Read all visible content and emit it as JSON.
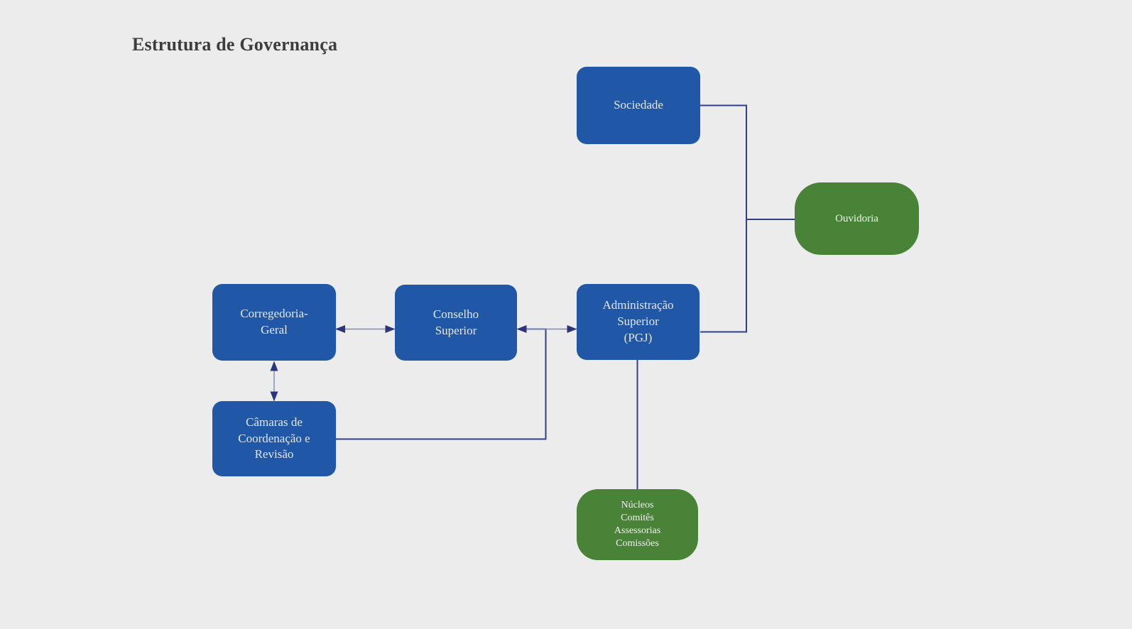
{
  "title": "Estrutura de Governança",
  "palette": {
    "background": "#ECECEC",
    "node_blue": "#2057A6",
    "node_green": "#498338",
    "connector": "#333E8B",
    "connector_light": "#7F88BD",
    "arrowhead": "#2B357E",
    "node_text": "#E4E8EF",
    "title_text": "#3D3D3D"
  },
  "nodes": {
    "sociedade": {
      "label": "Sociedade",
      "color": "blue"
    },
    "ouvidoria": {
      "label": "Ouvidoria",
      "color": "green"
    },
    "administracao": {
      "label": "Administração\nSuperior\n(PGJ)",
      "color": "blue"
    },
    "conselho": {
      "label": "Conselho\nSuperior",
      "color": "blue"
    },
    "corregedoria": {
      "label": "Corregedoria-\nGeral",
      "color": "blue"
    },
    "camaras": {
      "label": "Câmaras de\nCoordenação e\nRevisão",
      "color": "blue"
    },
    "nucleos": {
      "label": "Núcleos\nComitês\nAssessorias\nComissões",
      "color": "green"
    }
  },
  "connections": [
    {
      "from": "Sociedade",
      "to": "Administração Superior (PGJ)",
      "arrows": "none",
      "shape": "elbow-right-down"
    },
    {
      "from": "Sociedade/Administração trunk line",
      "to": "Ouvidoria",
      "arrows": "none",
      "shape": "straight"
    },
    {
      "from": "Administração Superior (PGJ)",
      "to": "Conselho Superior",
      "arrows": "both",
      "shape": "straight"
    },
    {
      "from": "Conselho Superior",
      "to": "Corregedoria-Geral",
      "arrows": "both",
      "shape": "straight"
    },
    {
      "from": "Corregedoria-Geral",
      "to": "Câmaras de Coordenação e Revisão",
      "arrows": "both",
      "shape": "straight"
    },
    {
      "from": "Câmaras de Coordenação e Revisão",
      "to": "Conselho Superior",
      "arrows": "end",
      "shape": "elbow-right-up"
    },
    {
      "from": "Administração Superior (PGJ)",
      "to": "Núcleos Comitês Assessorias Comissões",
      "arrows": "none",
      "shape": "straight"
    }
  ]
}
